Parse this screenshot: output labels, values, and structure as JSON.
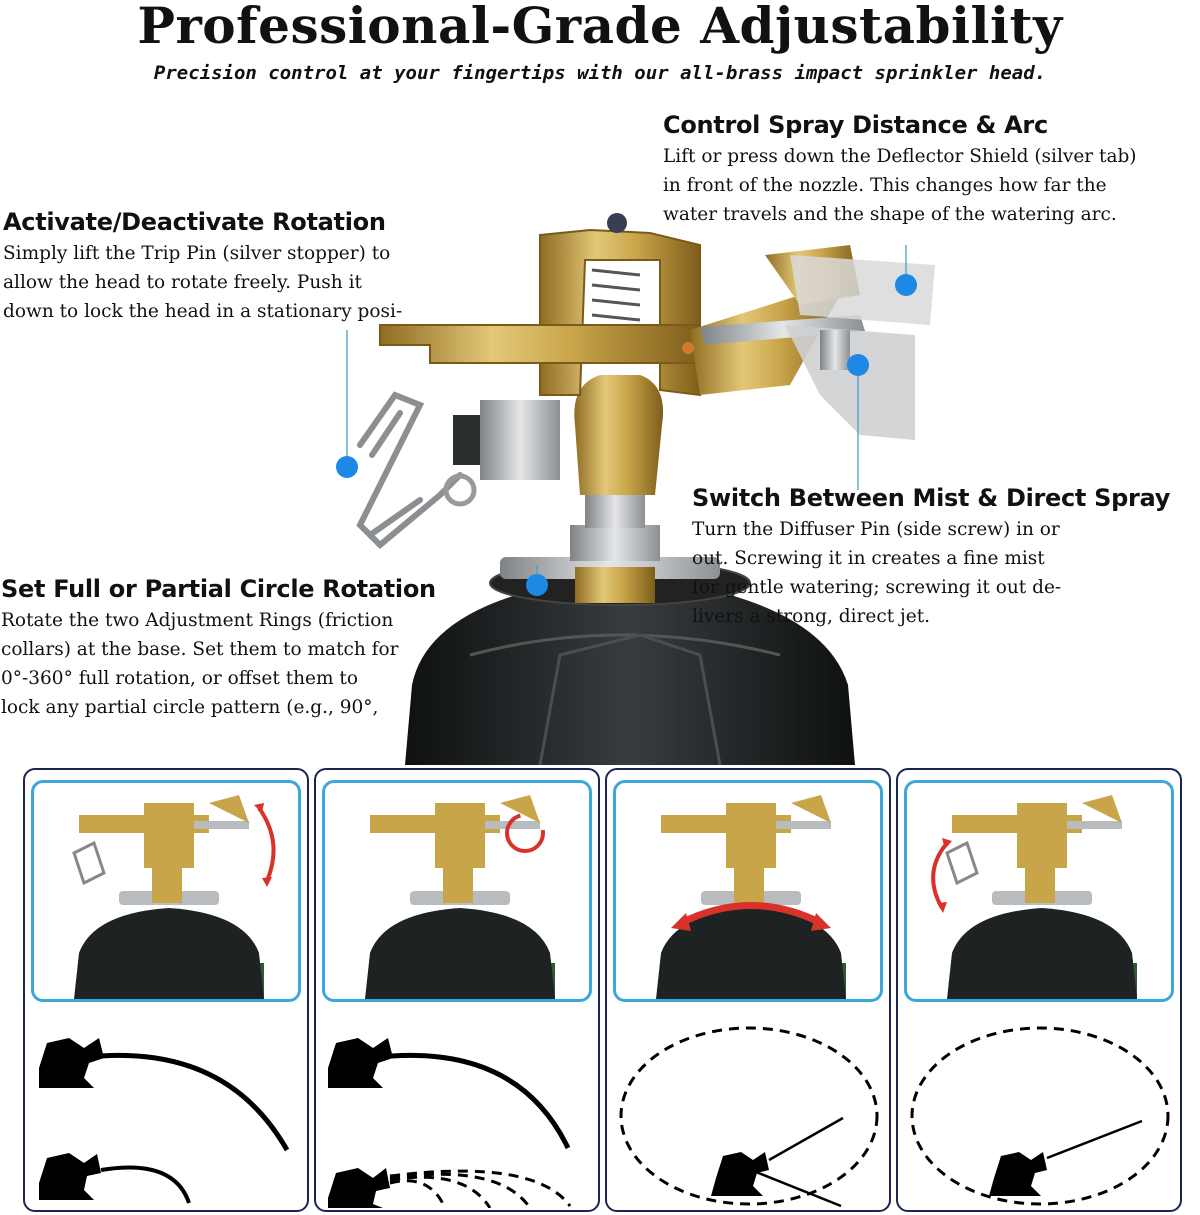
{
  "header": {
    "title": "Professional-Grade Adjustability",
    "subtitle": "Precision control at your fingertips with our all-brass impact sprinkler head."
  },
  "features": {
    "spray": {
      "title": "Control Spray Distance & Arc",
      "lines": [
        "Lift or press down the Deflector Shield (silver tab)",
        "in front of the nozzle. This changes how far the",
        "water travels and the shape of the watering arc."
      ]
    },
    "rotation": {
      "title": "Activate/Deactivate Rotation",
      "lines": [
        "Simply lift the Trip Pin (silver stopper) to",
        "allow the head to rotate freely. Push it",
        "down to lock the head in a stationary posi-"
      ]
    },
    "mist": {
      "title": "Switch Between Mist & Direct Spray",
      "lines": [
        "Turn the Diffuser Pin (side screw) in or",
        "out. Screwing it in creates a fine mist",
        "for gentle watering; screwing it out de-",
        "livers a strong, direct jet."
      ]
    },
    "circle": {
      "title": "Set Full or Partial Circle Rotation",
      "lines": [
        "Rotate the two Adjustment Rings (friction",
        "collars) at the base. Set them to match for",
        "0°-360° full rotation, or offset them to",
        "lock any partial circle pattern (e.g., 90°,"
      ]
    }
  },
  "colors": {
    "brass": "#c9a54a",
    "brass_dark": "#8a6a1e",
    "steel": "#b9bcbf",
    "base_black": "#1f2223",
    "leg_green": "#2f5a34",
    "marker_blue": "#1e88e5",
    "panel_border": "#1c2550",
    "photo_border": "#3aa8d8",
    "arrow_red": "#d9322b"
  },
  "icons": {
    "marker": "blue-dot-marker",
    "arrow": "curved-red-arrow",
    "silhouette": "sprinkler-silhouette"
  }
}
